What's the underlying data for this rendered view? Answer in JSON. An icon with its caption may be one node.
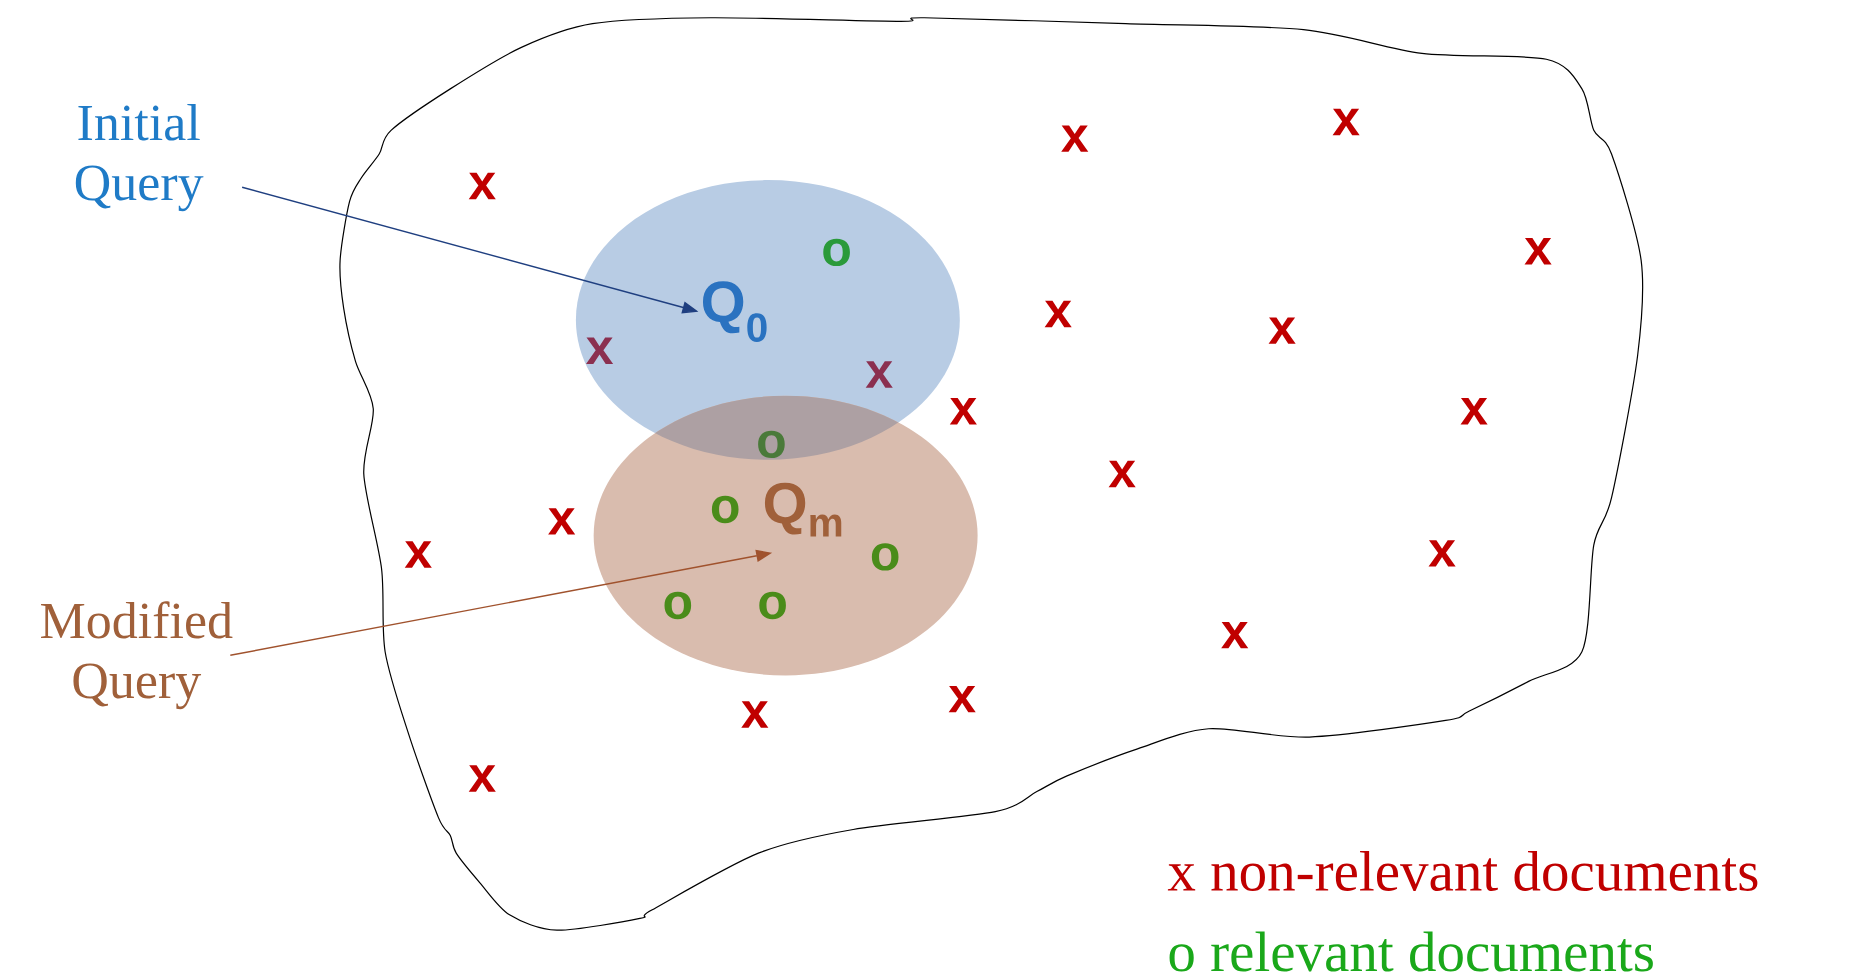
{
  "diagram": {
    "nodes": [
      {
        "text": [
          "Initial Query"
        ]
      },
      {
        "text": [
          "Q$_{0}$"
        ]
      },
      {
        "text": [
          "Modified Query"
        ]
      },
      {
        "text": [
          "Q$_{m}$"
        ]
      }
    ],
    "edges": [
      {
        "from": 0,
        "to": 1,
        "arrow": "to",
        "color": "#1f3f80"
      },
      {
        "from": 2,
        "to": 3,
        "arrow": "to",
        "color": "#a0522d"
      }
    ],
    "labels": [
      "x",
      "x",
      "x",
      "x",
      "o",
      "x",
      "x",
      "x",
      "x",
      "x",
      "x",
      "o",
      "x",
      "o",
      "x",
      "x",
      "x",
      "o",
      "o",
      "o",
      "x",
      "x",
      "x",
      "x"
    ],
    "legend": [
      {
        "text": "x non-relevant documents"
      },
      {
        "text": "o relevant documents"
      }
    ]
  }
}
